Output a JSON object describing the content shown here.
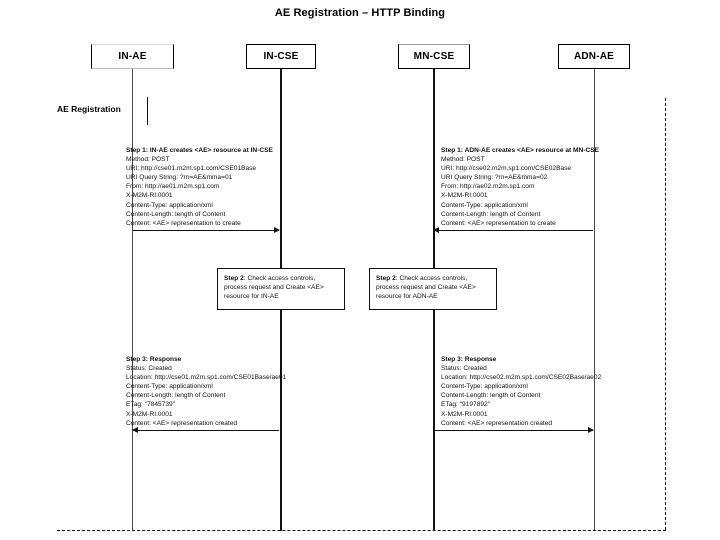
{
  "title": "AE Registration – HTTP Binding",
  "region": {
    "label": "AE Registration"
  },
  "lifelines": [
    {
      "id": "in-ae",
      "label": "IN-AE"
    },
    {
      "id": "in-cse",
      "label": "IN-CSE"
    },
    {
      "id": "mn-cse",
      "label": "MN-CSE"
    },
    {
      "id": "adn-ae",
      "label": "ADN-AE"
    }
  ],
  "messages": {
    "step1_left": {
      "lines": [
        "Step 1: IN-AE creates <AE> resource at IN-CSE",
        "Method: POST",
        "URI: http://cse01.m2m.sp1.com/CSE01Base",
        "URI Query String: ?rn=AE&mma=01",
        "From: http://ae01.m2m.sp1.com",
        "X-M2M-RI:0001",
        "Content-Type: application/xml",
        "Content-Length: length of Content",
        "Content: <AE> representation to create"
      ],
      "bold_first": true
    },
    "step1_right": {
      "lines": [
        "Step 1: ADN-AE creates <AE> resource at MN-CSE",
        "Method: POST",
        "URI: http://cse02.m2m.sp1.com/CSE02Base",
        "URI Query String: ?rn=AE&mma=02",
        "From: http://ae02.m2m.sp1.com",
        "X-M2M-RI:0001",
        "Content-Type: application/xml",
        "Content-Length: length of Content",
        "Content: <AE> representation to create"
      ],
      "bold_first": true
    },
    "step3_left": {
      "lines": [
        "Step 3: Response",
        "Status: Created",
        "Location: http://cse01.m2m.sp1.com/CSE01Base/ae01",
        "Content-Type: application/xml",
        "Content-Length: length of Content",
        "ETag: \"7845739\"",
        "X-M2M-RI:0001",
        "Content: <AE> representation created"
      ],
      "bold_first": true
    },
    "step3_right": {
      "lines": [
        "Step 3: Response",
        "Status: Created",
        "Location: http://cse02.m2m.sp1.com/CSE02Base/ae02",
        "Content-Type: application/xml",
        "Content-Length: length of Content",
        "ETag: \"9197892\"",
        "X-M2M-RI:0001",
        "Content: <AE> representation created"
      ],
      "bold_first": true
    }
  },
  "notes": {
    "step2_left": {
      "label": "Step 2",
      "lines": [
        ": Check access controls,",
        "process request and Create <AE>",
        "resource for IN-AE"
      ]
    },
    "step2_right": {
      "label": "Step 2",
      "lines": [
        ": Check access controls,",
        "process request and Create <AE>",
        "resource for ADN-AE"
      ]
    }
  },
  "colors": {
    "line": "#111111",
    "lifeline": "#4a4a4a",
    "background": "#ffffff"
  }
}
